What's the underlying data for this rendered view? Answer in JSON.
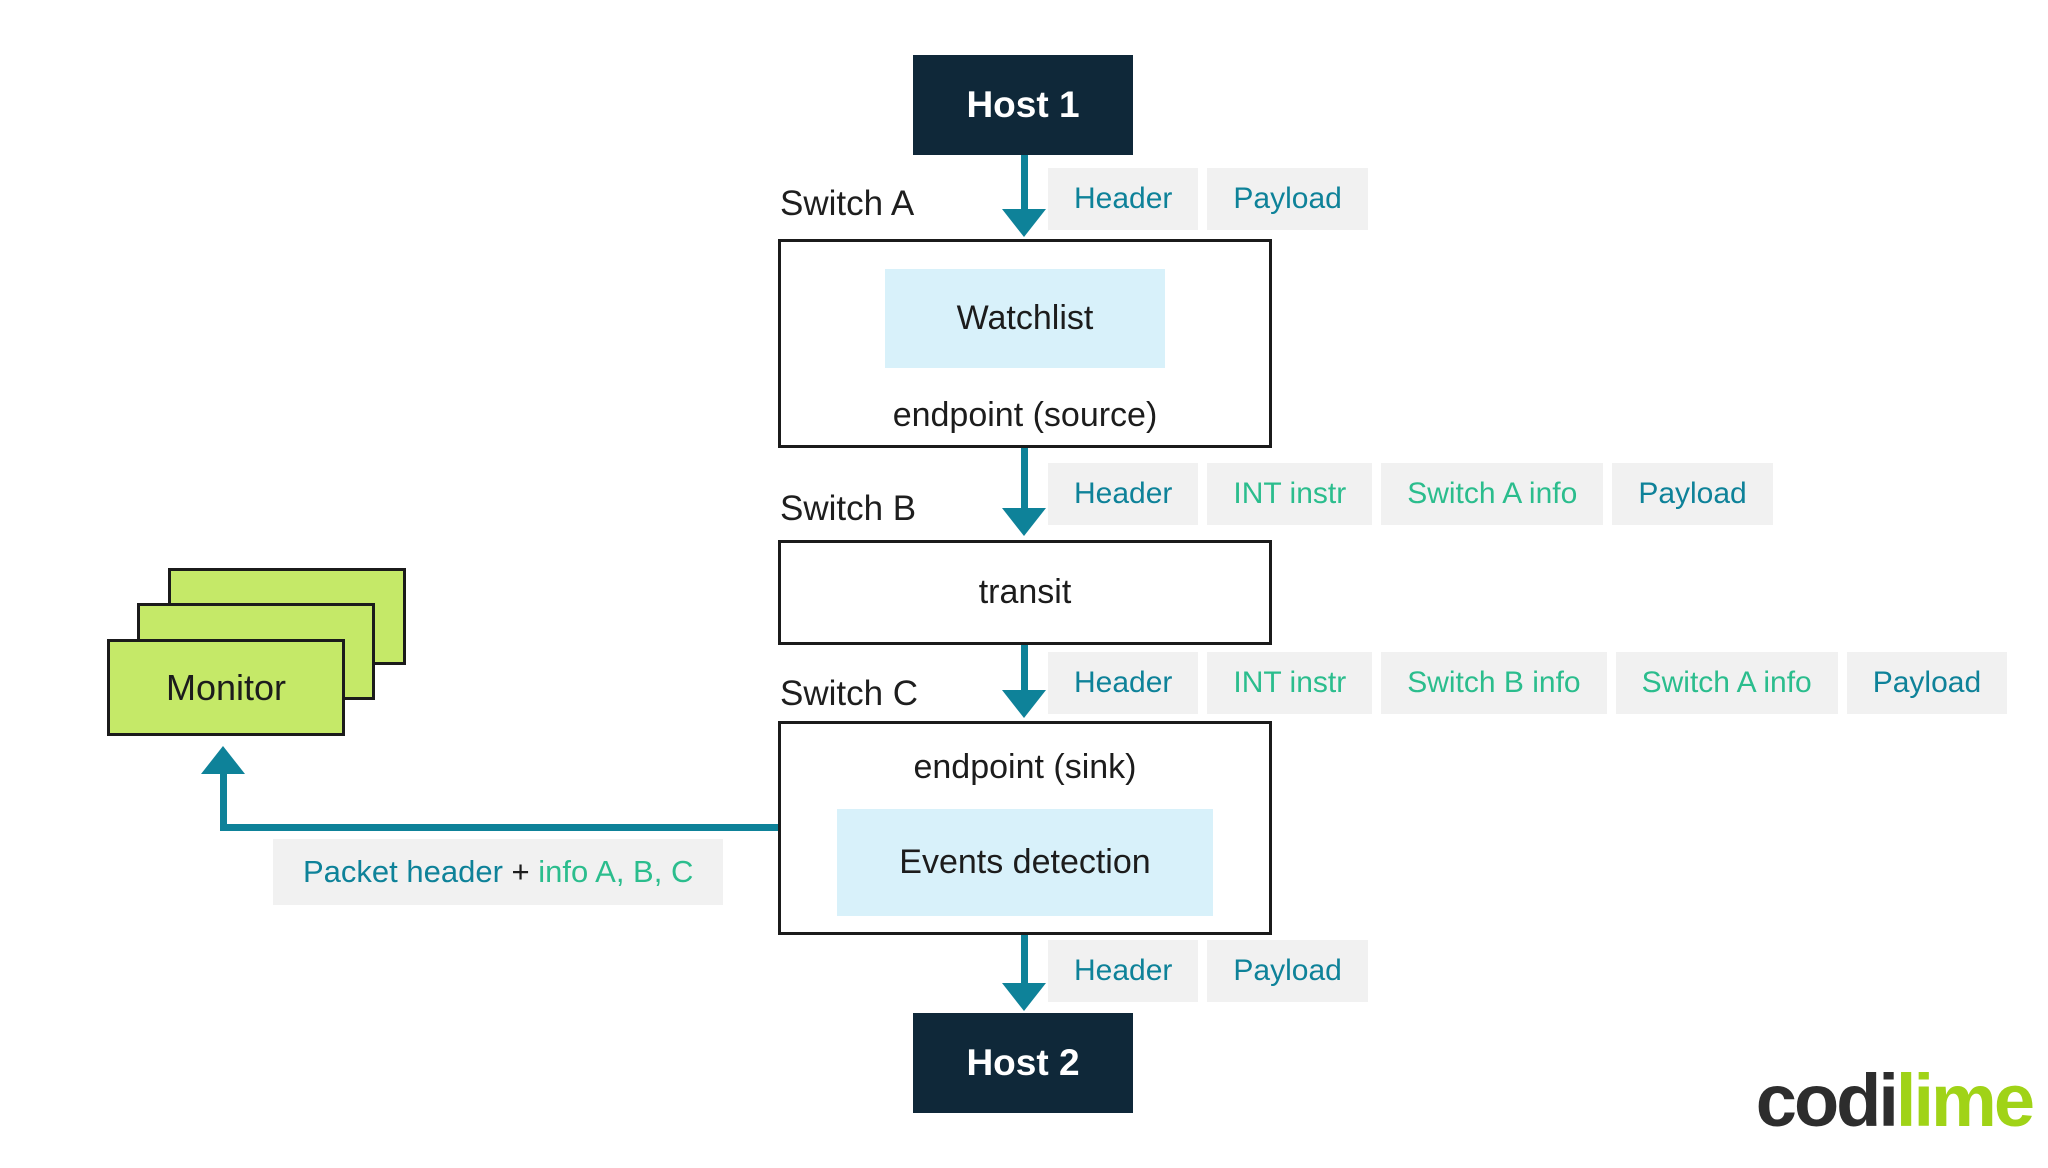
{
  "colors": {
    "teal": "#0E8299",
    "green": "#2BBD8D",
    "navy": "#0F2839",
    "tag_background": "#F1F1F1",
    "highlight_blue": "#D8F1FA",
    "monitor_green": "#C5E968",
    "logo_dark": "#2D2D2D",
    "logo_lime": "#A0D317"
  },
  "nodes": {
    "host1_label": "Host 1",
    "host2_label": "Host 2",
    "switch_a": {
      "label": "Switch A",
      "highlight": "Watchlist",
      "role": "endpoint (source)"
    },
    "switch_b": {
      "label": "Switch B",
      "role": "transit"
    },
    "switch_c": {
      "label": "Switch C",
      "role": "endpoint (sink)",
      "highlight": "Events detection"
    },
    "monitor_label": "Monitor"
  },
  "packet_rows": [
    {
      "after": "host1",
      "tags": [
        {
          "label": "Header",
          "color": "teal"
        },
        {
          "label": "Payload",
          "color": "teal"
        }
      ]
    },
    {
      "after": "switch-a",
      "tags": [
        {
          "label": "Header",
          "color": "teal"
        },
        {
          "label": "INT instr",
          "color": "green"
        },
        {
          "label": "Switch A info",
          "color": "green"
        },
        {
          "label": "Payload",
          "color": "teal"
        }
      ]
    },
    {
      "after": "switch-b",
      "tags": [
        {
          "label": "Header",
          "color": "teal"
        },
        {
          "label": "INT instr",
          "color": "green"
        },
        {
          "label": "Switch B info",
          "color": "green"
        },
        {
          "label": "Switch A info",
          "color": "green"
        },
        {
          "label": "Payload",
          "color": "teal"
        }
      ]
    },
    {
      "after": "switch-c",
      "tags": [
        {
          "label": "Header",
          "color": "teal"
        },
        {
          "label": "Payload",
          "color": "teal"
        }
      ]
    }
  ],
  "monitor_flow": {
    "part_teal": "Packet header",
    "part_plus": " + ",
    "part_green": "info A, B, C"
  },
  "logo": {
    "part_dark": "codi",
    "part_lime": "lime"
  }
}
